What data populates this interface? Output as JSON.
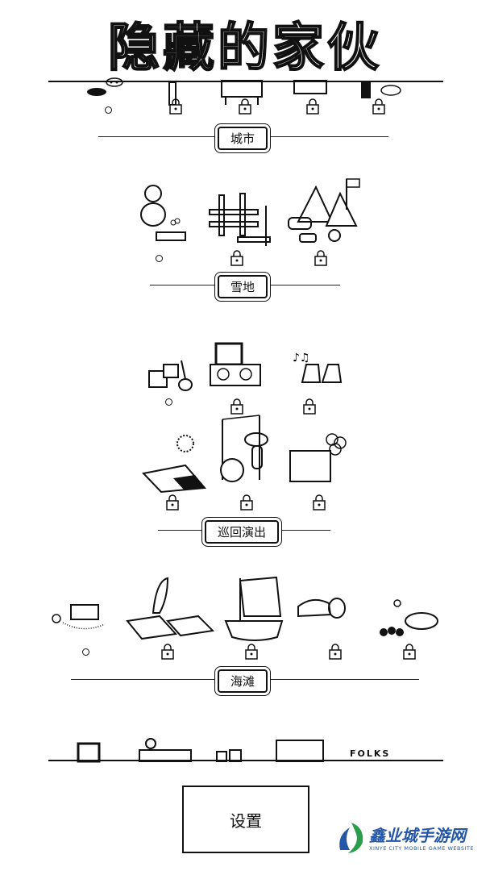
{
  "app": {
    "title": "隐藏的家伙"
  },
  "sections": [
    {
      "id": "city",
      "label": "城市"
    },
    {
      "id": "snow",
      "label": "雪地"
    },
    {
      "id": "tour",
      "label": "巡回演出"
    },
    {
      "id": "beach",
      "label": "海滩"
    }
  ],
  "footer": {
    "settings_label": "设置"
  },
  "watermark": {
    "brand": "鑫业城手游网",
    "subtitle": "XINYE CITY MOBILE GAME WEBSITE"
  },
  "partial_text": {
    "folks": "FOLKS"
  }
}
